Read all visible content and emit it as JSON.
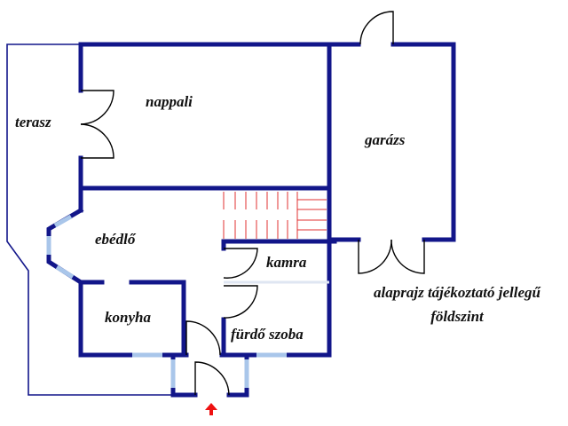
{
  "rooms": {
    "terasz": "terasz",
    "nappali": "nappali",
    "garazs": "garázs",
    "ebedlo": "ebédlő",
    "kamra": "kamra",
    "konyha": "konyha",
    "furdo": "fürdő szoba"
  },
  "note": {
    "line1": "alaprajz tájékoztató jellegű",
    "line2": "földszint"
  },
  "colors": {
    "wall": "#12168a",
    "window": "#a9c6ea",
    "stairs": "#e03030",
    "entrance_arrow": "#ee1111",
    "door": "#000000"
  },
  "icons": {
    "entrance": "red-up-arrow"
  }
}
